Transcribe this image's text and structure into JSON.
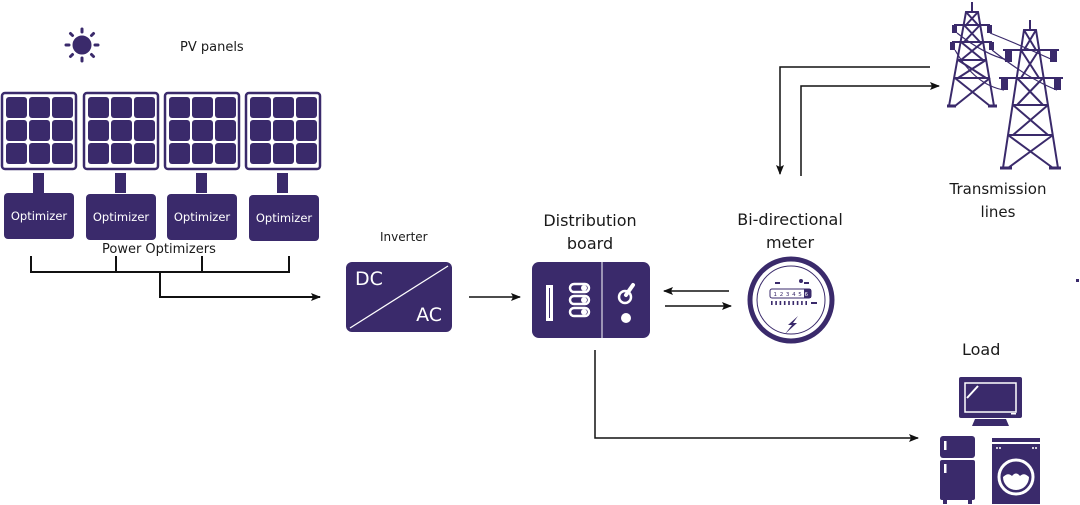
{
  "colors": {
    "primary": "#3a2a6b",
    "arrow": "#111111",
    "background": "#ffffff"
  },
  "labels": {
    "pv_panels": "PV panels",
    "power_optimizers": "Power Optimizers",
    "inverter": "Inverter",
    "distribution_board": [
      "Distribution",
      "board"
    ],
    "meter": [
      "Bi-directional",
      "meter"
    ],
    "transmission": [
      "Transmission",
      "lines"
    ],
    "load": "Load"
  },
  "optimizers": [
    {
      "label": "Optimizer"
    },
    {
      "label": "Optimizer"
    },
    {
      "label": "Optimizer"
    },
    {
      "label": "Optimizer"
    }
  ],
  "inverter": {
    "dc": "DC",
    "ac": "AC"
  },
  "meter": {
    "digits": [
      "1",
      "2",
      "3",
      "4",
      "5",
      "6"
    ]
  },
  "icons": {
    "sun": "sun-icon",
    "solar_panel": "solar-panel-icon",
    "distribution_board": "distribution-board-icon",
    "meter": "electric-meter-icon",
    "tower": "transmission-tower-icon",
    "tv": "tv-icon",
    "fridge": "fridge-icon",
    "washer": "washing-machine-icon"
  }
}
